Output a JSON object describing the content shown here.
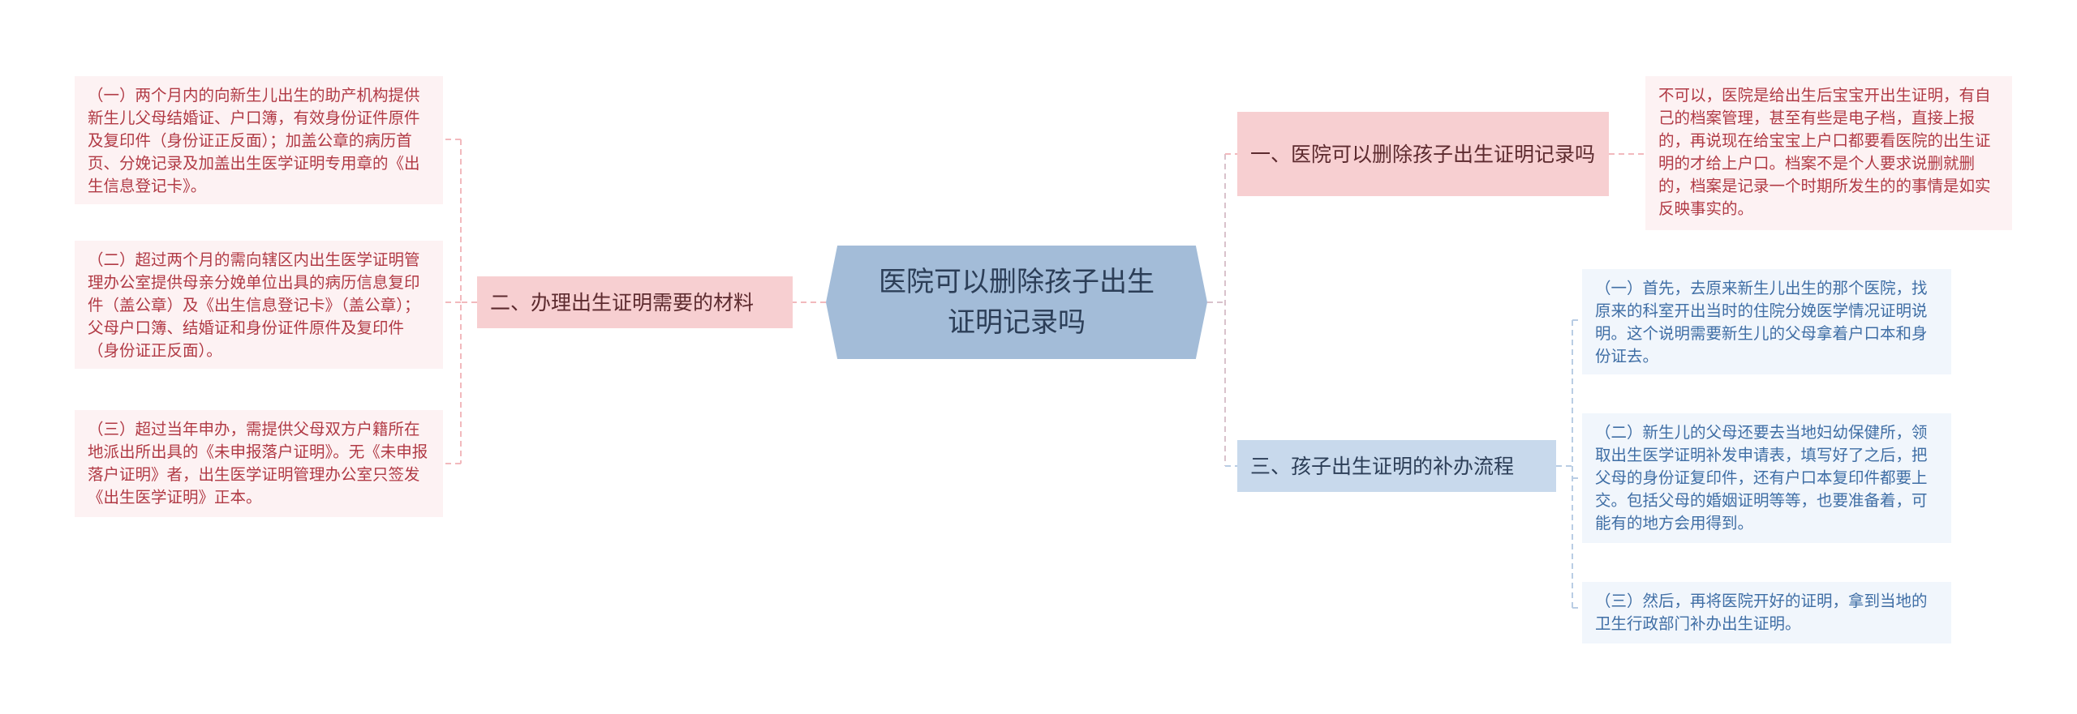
{
  "colors": {
    "central_bg": "#a3bcd8",
    "branch_pink_bg": "#f7cfd1",
    "branch_blue_bg": "#c8d9ec",
    "leaf_red_text": "#b13a45",
    "leaf_blue_text": "#3f6ea5",
    "connector_pink": "#f2b9bd",
    "connector_blue": "#b9cde4"
  },
  "central": {
    "title": "医院可以删除孩子出生证明记录吗"
  },
  "branches": {
    "b1": {
      "label": "一、医院可以删除孩子出生证明记录吗",
      "leaves": [
        "不可以，医院是给出生后宝宝开出生证明，有自己的档案管理，甚至有些是电子档，直接上报的，再说现在给宝宝上户口都要看医院的出生证明的才给上户口。档案不是个人要求说删就删的，档案是记录一个时期所发生的的事情是如实反映事实的。"
      ]
    },
    "b2": {
      "label": "二、办理出生证明需要的材料",
      "leaves": [
        "（一）两个月内的向新生儿出生的助产机构提供新生儿父母结婚证、户口簿，有效身份证件原件及复印件（身份证正反面）；加盖公章的病历首页、分娩记录及加盖出生医学证明专用章的《出生信息登记卡》。",
        "（二）超过两个月的需向辖区内出生医学证明管理办公室提供母亲分娩单位出具的病历信息复印件（盖公章）及《出生信息登记卡》（盖公章）；父母户口簿、结婚证和身份证件原件及复印件（身份证正反面）。",
        "（三）超过当年申办，需提供父母双方户籍所在地派出所出具的《未申报落户证明》。无《未申报落户证明》者，出生医学证明管理办公室只签发《出生医学证明》正本。"
      ]
    },
    "b3": {
      "label": "三、孩子出生证明的补办流程",
      "leaves": [
        "（一）首先，去原来新生儿出生的那个医院，找原来的科室开出当时的住院分娩医学情况证明说明。这个说明需要新生儿的父母拿着户口本和身份证去。",
        "（二）新生儿的父母还要去当地妇幼保健所，领取出生医学证明补发申请表，填写好了之后，把父母的身份证复印件，还有户口本复印件都要上交。包括父母的婚姻证明等等，也要准备着，可能有的地方会用得到。",
        "（三）然后，再将医院开好的证明，拿到当地的卫生行政部门补办出生证明。"
      ]
    }
  }
}
